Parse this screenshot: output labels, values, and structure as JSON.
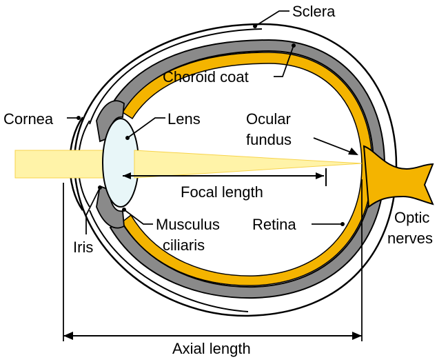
{
  "labels": {
    "sclera": "Sclera",
    "choroid": "Choroid coat",
    "cornea": "Cornea",
    "lens": "Lens",
    "ocular_line1": "Ocular",
    "ocular_line2": "fundus",
    "focal": "Focal length",
    "musculus_line1": "Musculus",
    "musculus_line2": "ciliaris",
    "retina": "Retina",
    "optic_line1": "Optic",
    "optic_line2": "nerves",
    "iris": "Iris",
    "axial": "Axial length"
  },
  "colors": {
    "outline": "#000000",
    "sclera_fill": "#ffffff",
    "choroid_fill": "#8a8a8a",
    "retina_fill": "#f4b400",
    "vitreous_fill": "#ffffff",
    "lens_fill": "#e8f6f8",
    "light_beam": "#fff3a8",
    "light_beam_edge": "#f7d34a",
    "nerve_fill": "#f4b400"
  }
}
